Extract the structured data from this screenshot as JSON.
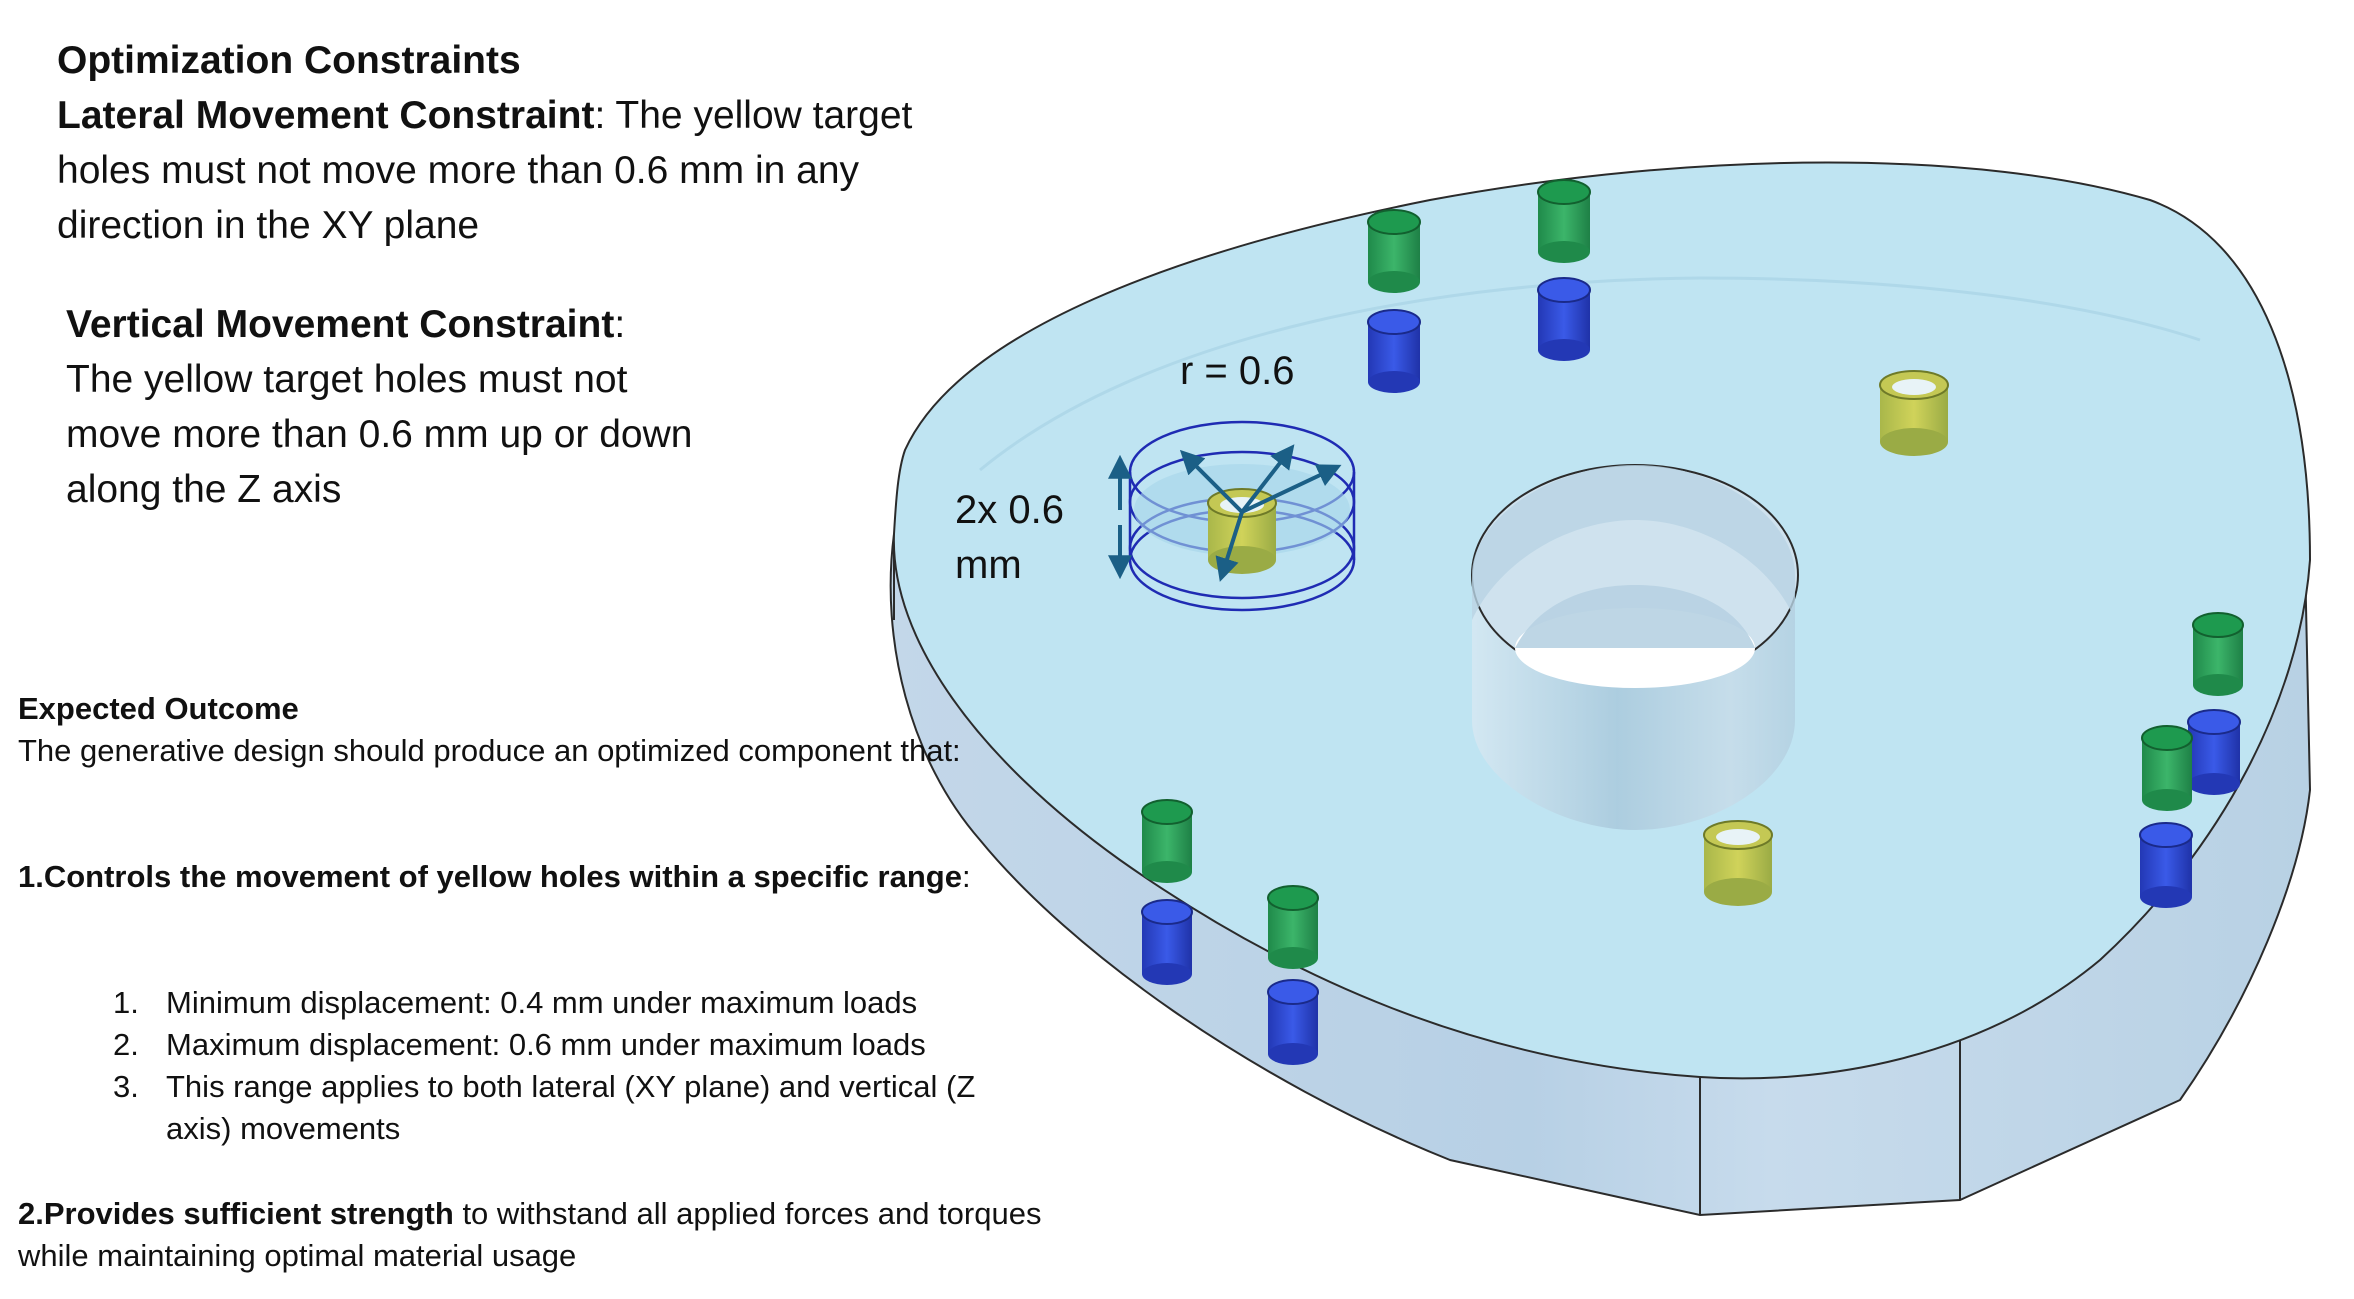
{
  "constraints": {
    "heading": "Optimization Constraints",
    "lateral_title": "Lateral Movement Constraint",
    "lateral_text": ": The yellow target holes must not move more than 0.6 mm in any direction in the XY plane",
    "vertical_title": "Vertical Movement Constraint",
    "vertical_colon": ":",
    "vertical_text": "The yellow target holes must not move more than 0.6 mm up or down along the Z axis"
  },
  "diagram_labels": {
    "radius": "r = 0.6",
    "height_line1": "2x 0.6",
    "height_line2": "mm"
  },
  "outcome": {
    "heading": "Expected Outcome",
    "intro": "The generative design should produce an optimized component that:",
    "item1_title": "1.Controls the movement of yellow holes within a specific range",
    "item1_colon": ":",
    "subitems": [
      {
        "num": "1.",
        "text": "Minimum displacement: 0.4 mm under maximum loads"
      },
      {
        "num": "2.",
        "text": "Maximum displacement: 0.6 mm under maximum loads"
      },
      {
        "num": "3.",
        "text": "This range applies to both lateral (XY plane) and vertical (Z axis) movements"
      }
    ],
    "item2_title": "2.Provides sufficient strength",
    "item2_text": " to withstand all applied forces and torques while maintaining optimal material usage"
  },
  "colors": {
    "part_top": "#bfe4f2",
    "part_side": "#b9d3e6",
    "target_hole": "#c4c854",
    "fixed_green": "#2ea35e",
    "load_blue": "#2f4fd6",
    "arrow": "#1b5f86",
    "envelope": "#1f2bb3"
  },
  "icons": {
    "arrows": "xy-radius-arrows-icon",
    "z_arrows": "z-displacement-arrows-icon"
  }
}
